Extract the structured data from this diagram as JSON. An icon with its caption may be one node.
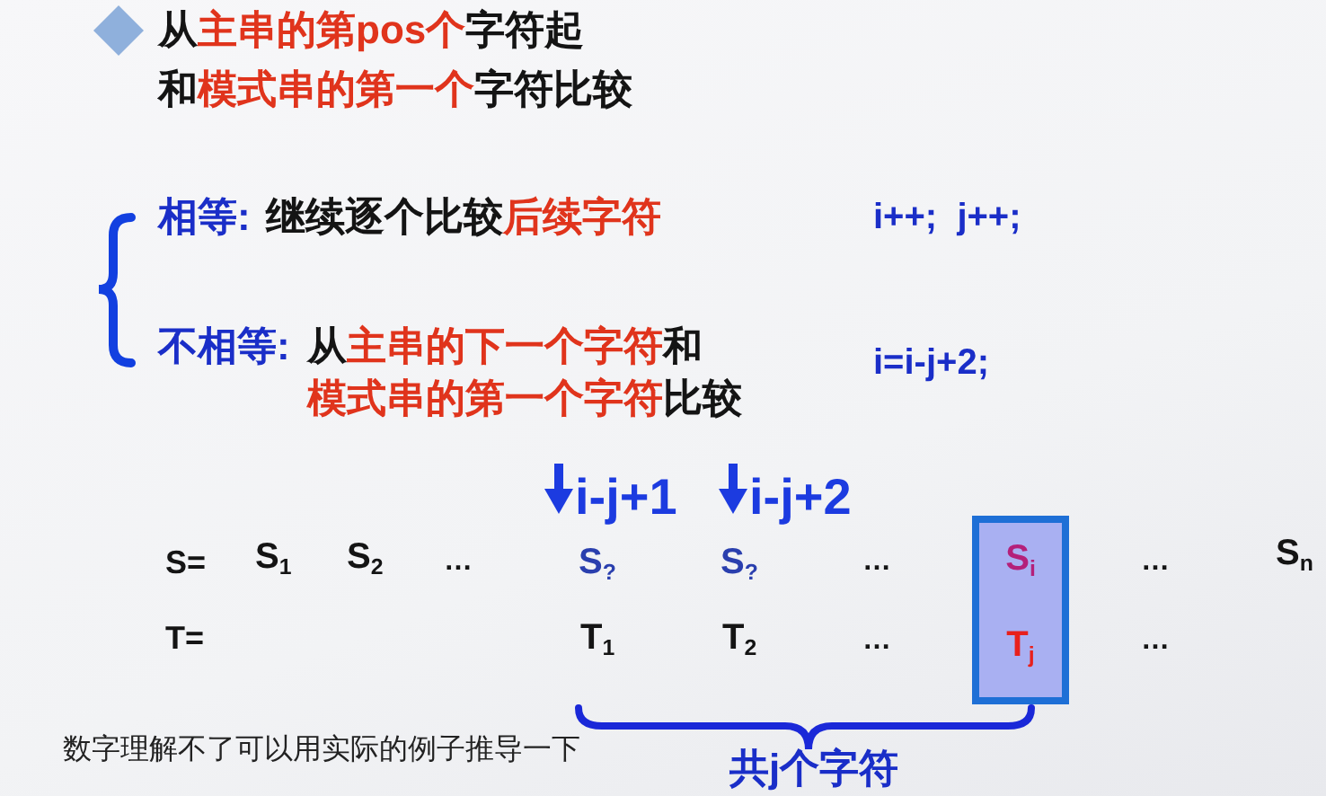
{
  "diagram": {
    "nodes": [
      {
        "text": [
          "S$_{i}$",
          "T$_{j}$"
        ]
      }
    ],
    "labels": [
      "从**主串的第pos个**字符起和**模式串的第一个**字符比较",
      "相等:",
      "继续逐个比较**后续字符**",
      "i++;  j++;",
      "不相等:",
      "从**主串的下一个字符**和**模式串的第一个字符**比较",
      "i=i-j+2;",
      "i-j+1",
      "i-j+2",
      "S=",
      "S$_{1}$",
      "S$_{2}$",
      "…",
      "S$_{?}$",
      "S$_{?}$",
      "…",
      "…",
      "S$_{n}$",
      "T=",
      "T$_{1}$",
      "T$_{2}$",
      "…",
      "…",
      "共j个字符",
      "数字理解不了可以用实际的例子推导一下"
    ]
  }
}
